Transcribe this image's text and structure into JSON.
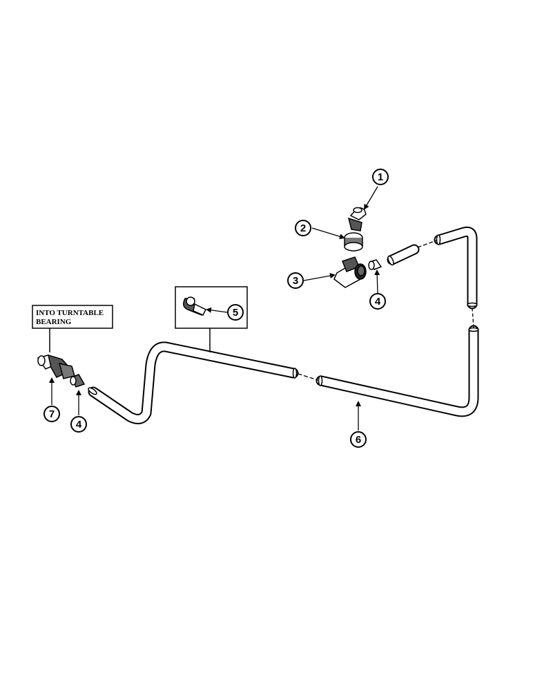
{
  "diagram": {
    "note_box": {
      "line1": "INTO TURNTABLE",
      "line2": "BEARING"
    },
    "callouts": [
      {
        "id": "callout-1",
        "number": "1"
      },
      {
        "id": "callout-2",
        "number": "2"
      },
      {
        "id": "callout-3",
        "number": "3"
      },
      {
        "id": "callout-4-top",
        "number": "4"
      },
      {
        "id": "callout-5",
        "number": "5"
      },
      {
        "id": "callout-6",
        "number": "6"
      },
      {
        "id": "callout-7",
        "number": "7"
      },
      {
        "id": "callout-4-bottom",
        "number": "4"
      }
    ]
  }
}
